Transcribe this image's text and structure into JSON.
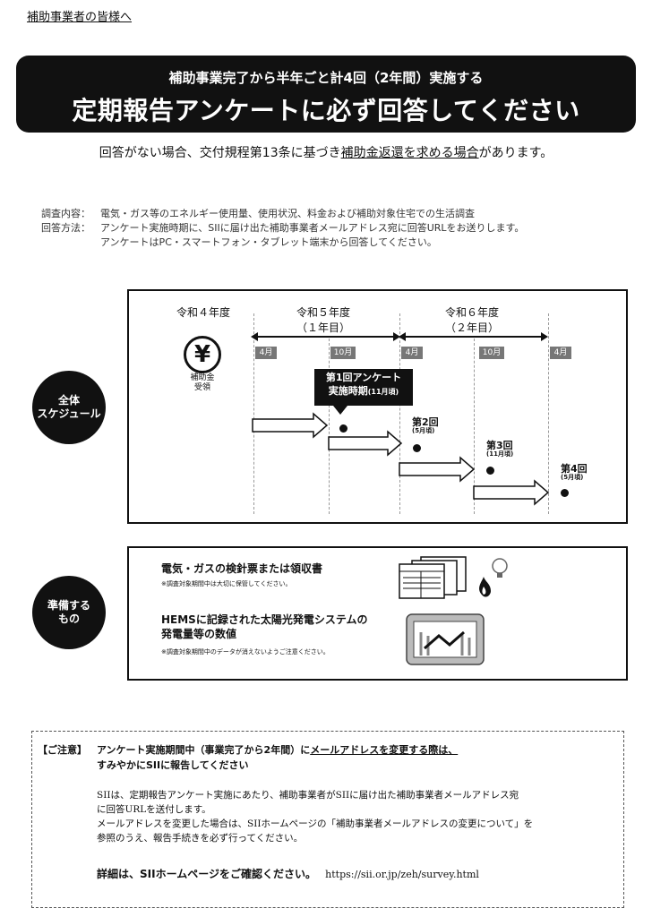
{
  "greeting": "補助事業者の皆様へ",
  "banner": {
    "line1": "補助事業完了から半年ごと計4回（2年間）実施する",
    "line2": "定期報告アンケートに必ず回答してください"
  },
  "warning": {
    "part1": "回答がない場合、交付規程第13条に基づき",
    "part2": "補助金返還を求める場合",
    "part3": "があります。"
  },
  "info": {
    "content_label": "調査内容：",
    "content_text": "電気・ガス等のエネルギー使用量、使用状況、料金および補助対象住宅での生活調査",
    "method_label": "回答方法：",
    "method_text1": "アンケート実施時期に、SIIに届け出た補助事業者メールアドレス宛に回答URLをお送りします。",
    "method_text2": "アンケートはPC・スマートフォン・タブレット端末から回答してください。"
  },
  "schedule": {
    "label": "全体\nスケジュール",
    "years": [
      "令和４年度",
      "令和５年度",
      "令和６年度"
    ],
    "year_sub": [
      "（１年目）",
      "（２年目）"
    ],
    "months": [
      "4月",
      "10月",
      "4月",
      "10月",
      "4月"
    ],
    "yen_symbol": "¥",
    "receive_label": "補助金\n受領",
    "wave1_title": "第1回アンケート",
    "wave1_sub": "実施時期",
    "wave1_note": "(11月頃)",
    "wave2": "第2回",
    "wave2_note": "(5月頃)",
    "wave3": "第3回",
    "wave3_note": "(11月頃)",
    "wave4": "第4回",
    "wave4_note": "(5月頃)"
  },
  "prepare": {
    "label": "準備する\nもの",
    "item1_title": "電気・ガスの検針票または領収書",
    "item1_note": "※調査対象期間中は大切に保管してください。",
    "item2_title1": "HEMSに記録された太陽光発電システムの",
    "item2_title2": "発電量等の数値",
    "item2_note": "※調査対象期間中のデータが消えないようご注意ください。"
  },
  "note": {
    "label": "【ご注意】",
    "head1a": "アンケート実施期間中（事業完了から2年間）に",
    "head1b": "メールアドレスを変更する際は、",
    "head2": "すみやかにSIIに報告してください",
    "body1": "SIIは、定期報告アンケート実施にあたり、補助事業者がSIIに届け出た補助事業者メールアドレス宛",
    "body2": "に回答URLを送付します。",
    "body3": "メールアドレスを変更した場合は、SIIホームページの「補助事業者メールアドレスの変更について」を",
    "body4": "参照のうえ、報告手続きを必ず行ってください。",
    "detail": "詳細は、SIIホームページをご確認ください。",
    "url": "https://sii.or.jp/zeh/survey.html"
  }
}
